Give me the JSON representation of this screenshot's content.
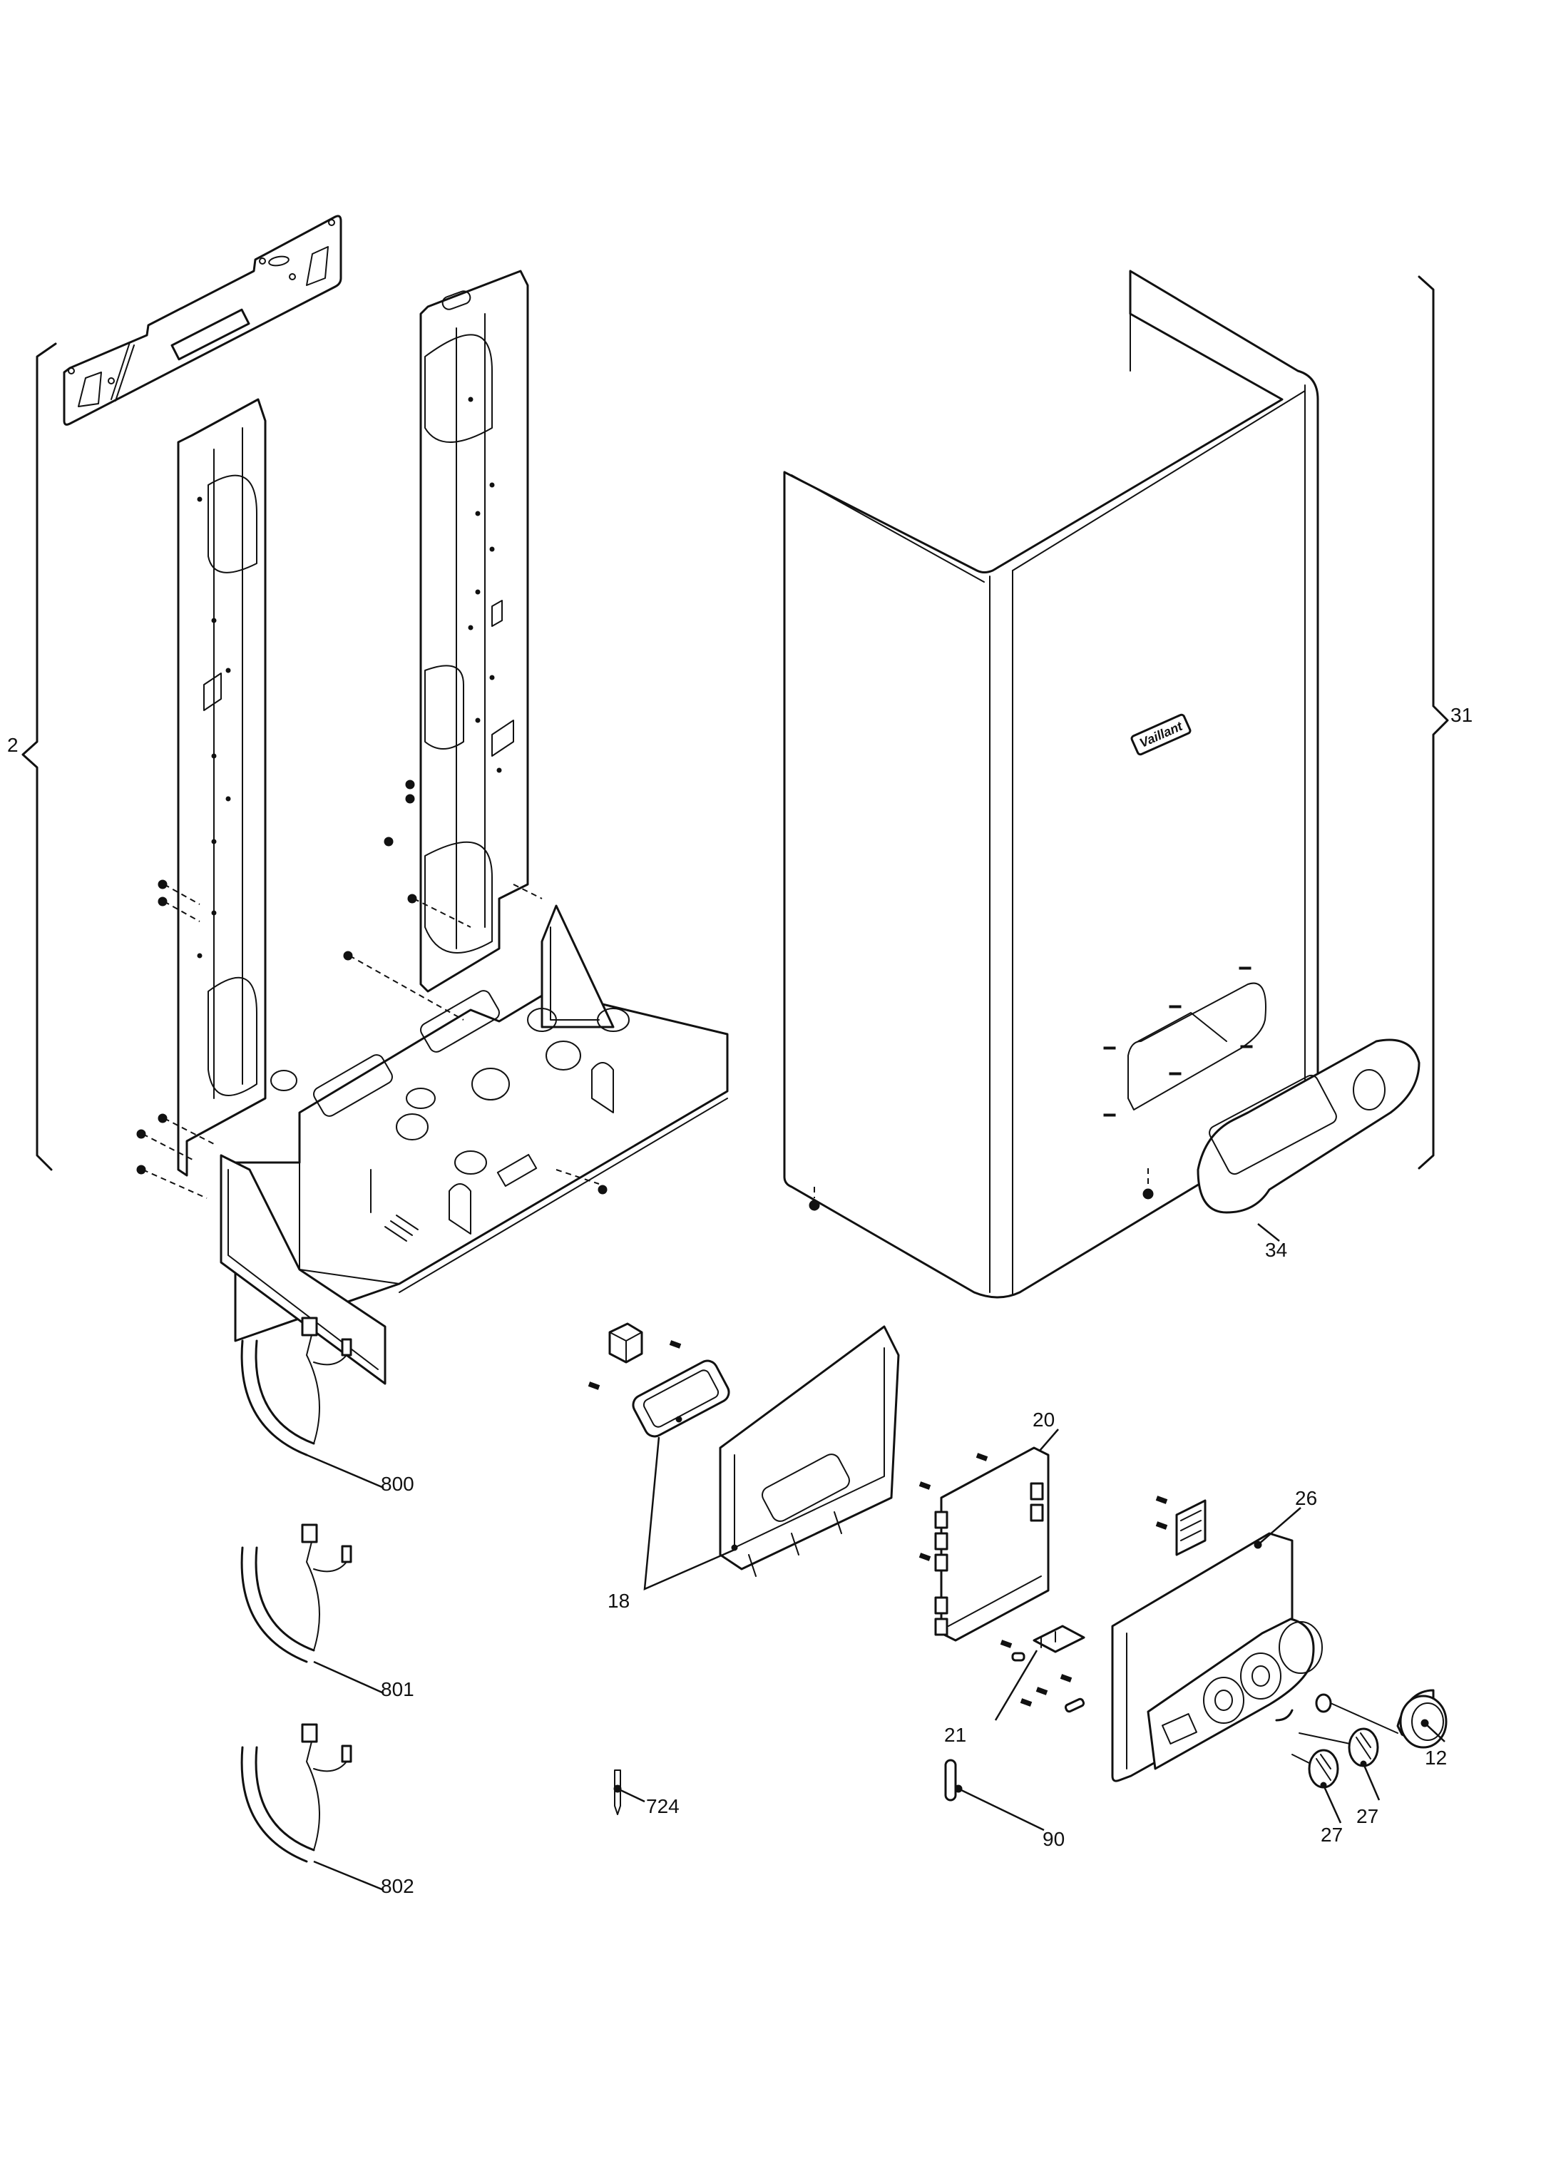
{
  "diagram": {
    "type": "exploded-parts-view",
    "brand_badge": "Vaillant",
    "callouts": [
      {
        "id": "2",
        "part": "wall-frame-assembly"
      },
      {
        "id": "31",
        "part": "front-casing"
      },
      {
        "id": "34",
        "part": "bottom-cover-plate"
      },
      {
        "id": "800",
        "part": "wiring-harness"
      },
      {
        "id": "801",
        "part": "wiring-harness"
      },
      {
        "id": "802",
        "part": "wiring-harness"
      },
      {
        "id": "18",
        "part": "control-box-housing"
      },
      {
        "id": "20",
        "part": "printed-circuit-board"
      },
      {
        "id": "21",
        "part": "fuse-holder"
      },
      {
        "id": "26",
        "part": "control-panel"
      },
      {
        "id": "12",
        "part": "pressure-gauge"
      },
      {
        "id": "27",
        "part": "control-knob"
      },
      {
        "id": "27",
        "part": "control-knob"
      },
      {
        "id": "724",
        "part": "sensor-pin"
      },
      {
        "id": "90",
        "part": "pin"
      }
    ]
  }
}
